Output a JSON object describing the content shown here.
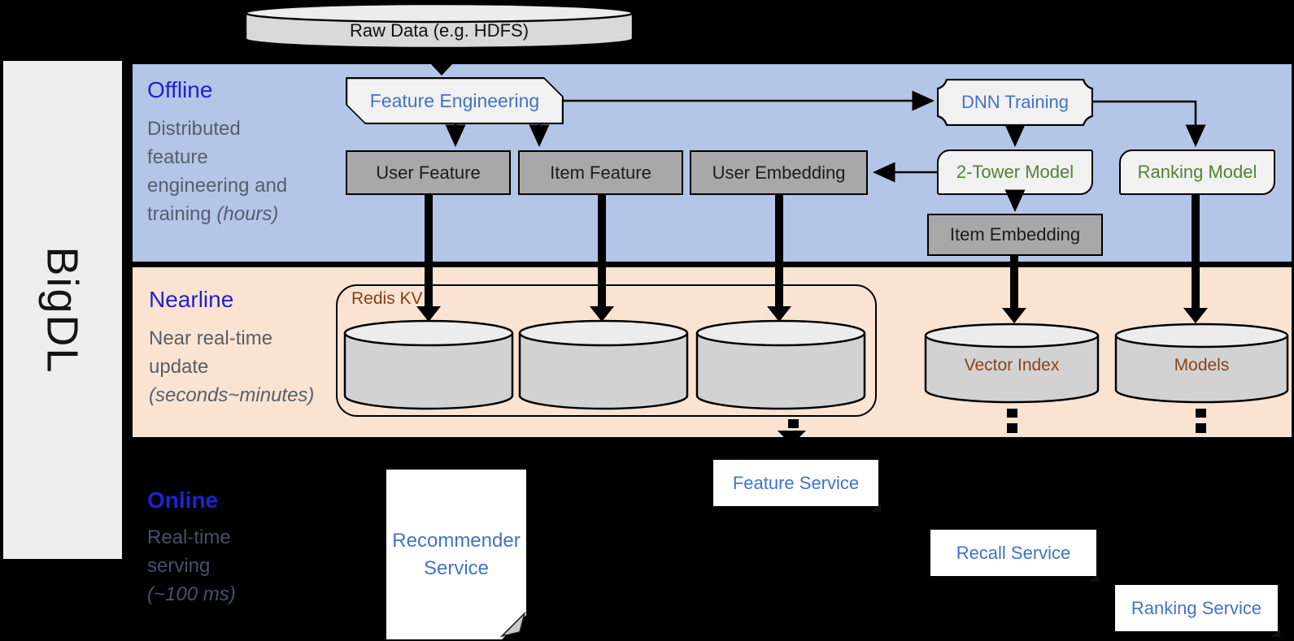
{
  "brand": {
    "label": "BigDL"
  },
  "source_node": {
    "label": "Raw Data (e.g. HDFS)"
  },
  "lanes": {
    "offline": {
      "title": "Offline",
      "desc_lines": [
        "Distributed",
        "feature",
        "engineering and"
      ],
      "desc_tail": "training",
      "desc_note": "(hours)"
    },
    "nearline": {
      "title": "Nearline",
      "desc_lines": [
        "Near real-time",
        "update"
      ],
      "desc_tail": "",
      "desc_note": "(seconds~minutes)"
    },
    "online": {
      "title": "Online",
      "desc_lines": [
        "Real-time",
        "serving"
      ],
      "desc_tail": "",
      "desc_note": "(~100 ms)"
    }
  },
  "offline_nodes": {
    "feature_engineering": "Feature Engineering",
    "dnn_training": "DNN Training",
    "user_feature": "User Feature",
    "item_feature": "Item Feature",
    "user_embedding": "User Embedding",
    "two_tower_model": "2-Tower Model",
    "ranking_model": "Ranking Model",
    "item_embedding": "Item Embedding"
  },
  "nearline_nodes": {
    "redis_group_label": "Redis KV",
    "vector_index": "Vector Index",
    "models": "Models"
  },
  "online_nodes": {
    "recommender_line1": "Recommender",
    "recommender_line2": "Service",
    "feature_service": "Feature Service",
    "recall_service": "Recall Service",
    "ranking_service": "Ranking Service"
  },
  "colors": {
    "offline_band": "#b3c6e7",
    "nearline_band": "#fbe3d2",
    "background": "#000000",
    "sidebar": "#eeeeee",
    "accent_blue": "#4472c4",
    "lane_label_blue": "#2122cc",
    "model_green": "#548235",
    "storage_brown": "#8a4416",
    "dark_node_fill": "#a8a8a8",
    "light_node_fill": "#f1f1f1",
    "cylinder_fill": "#d2d2d2"
  }
}
